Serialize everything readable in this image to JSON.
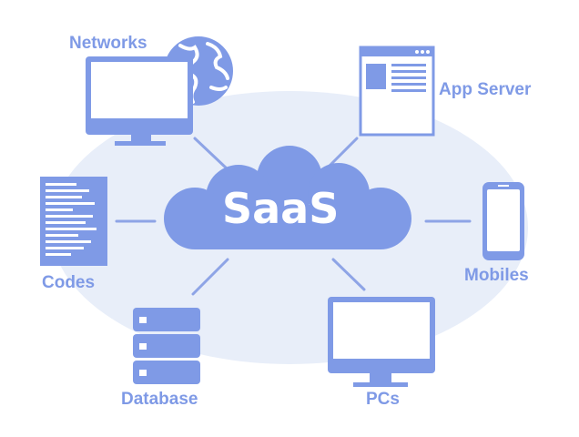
{
  "center": {
    "label": "SaaS"
  },
  "nodes": {
    "networks": {
      "label": "Networks",
      "icon": "monitor-globe-icon"
    },
    "app_server": {
      "label": "App Server",
      "icon": "browser-window-icon"
    },
    "codes": {
      "label": "Codes",
      "icon": "code-document-icon"
    },
    "mobiles": {
      "label": "Mobiles",
      "icon": "mobile-phone-icon"
    },
    "database": {
      "label": "Database",
      "icon": "database-icon"
    },
    "pcs": {
      "label": "PCs",
      "icon": "monitor-icon"
    }
  },
  "colors": {
    "accent": "#7f9ae6",
    "background_oval": "#e8eef9",
    "line": "#8ea4e6",
    "white": "#ffffff"
  }
}
